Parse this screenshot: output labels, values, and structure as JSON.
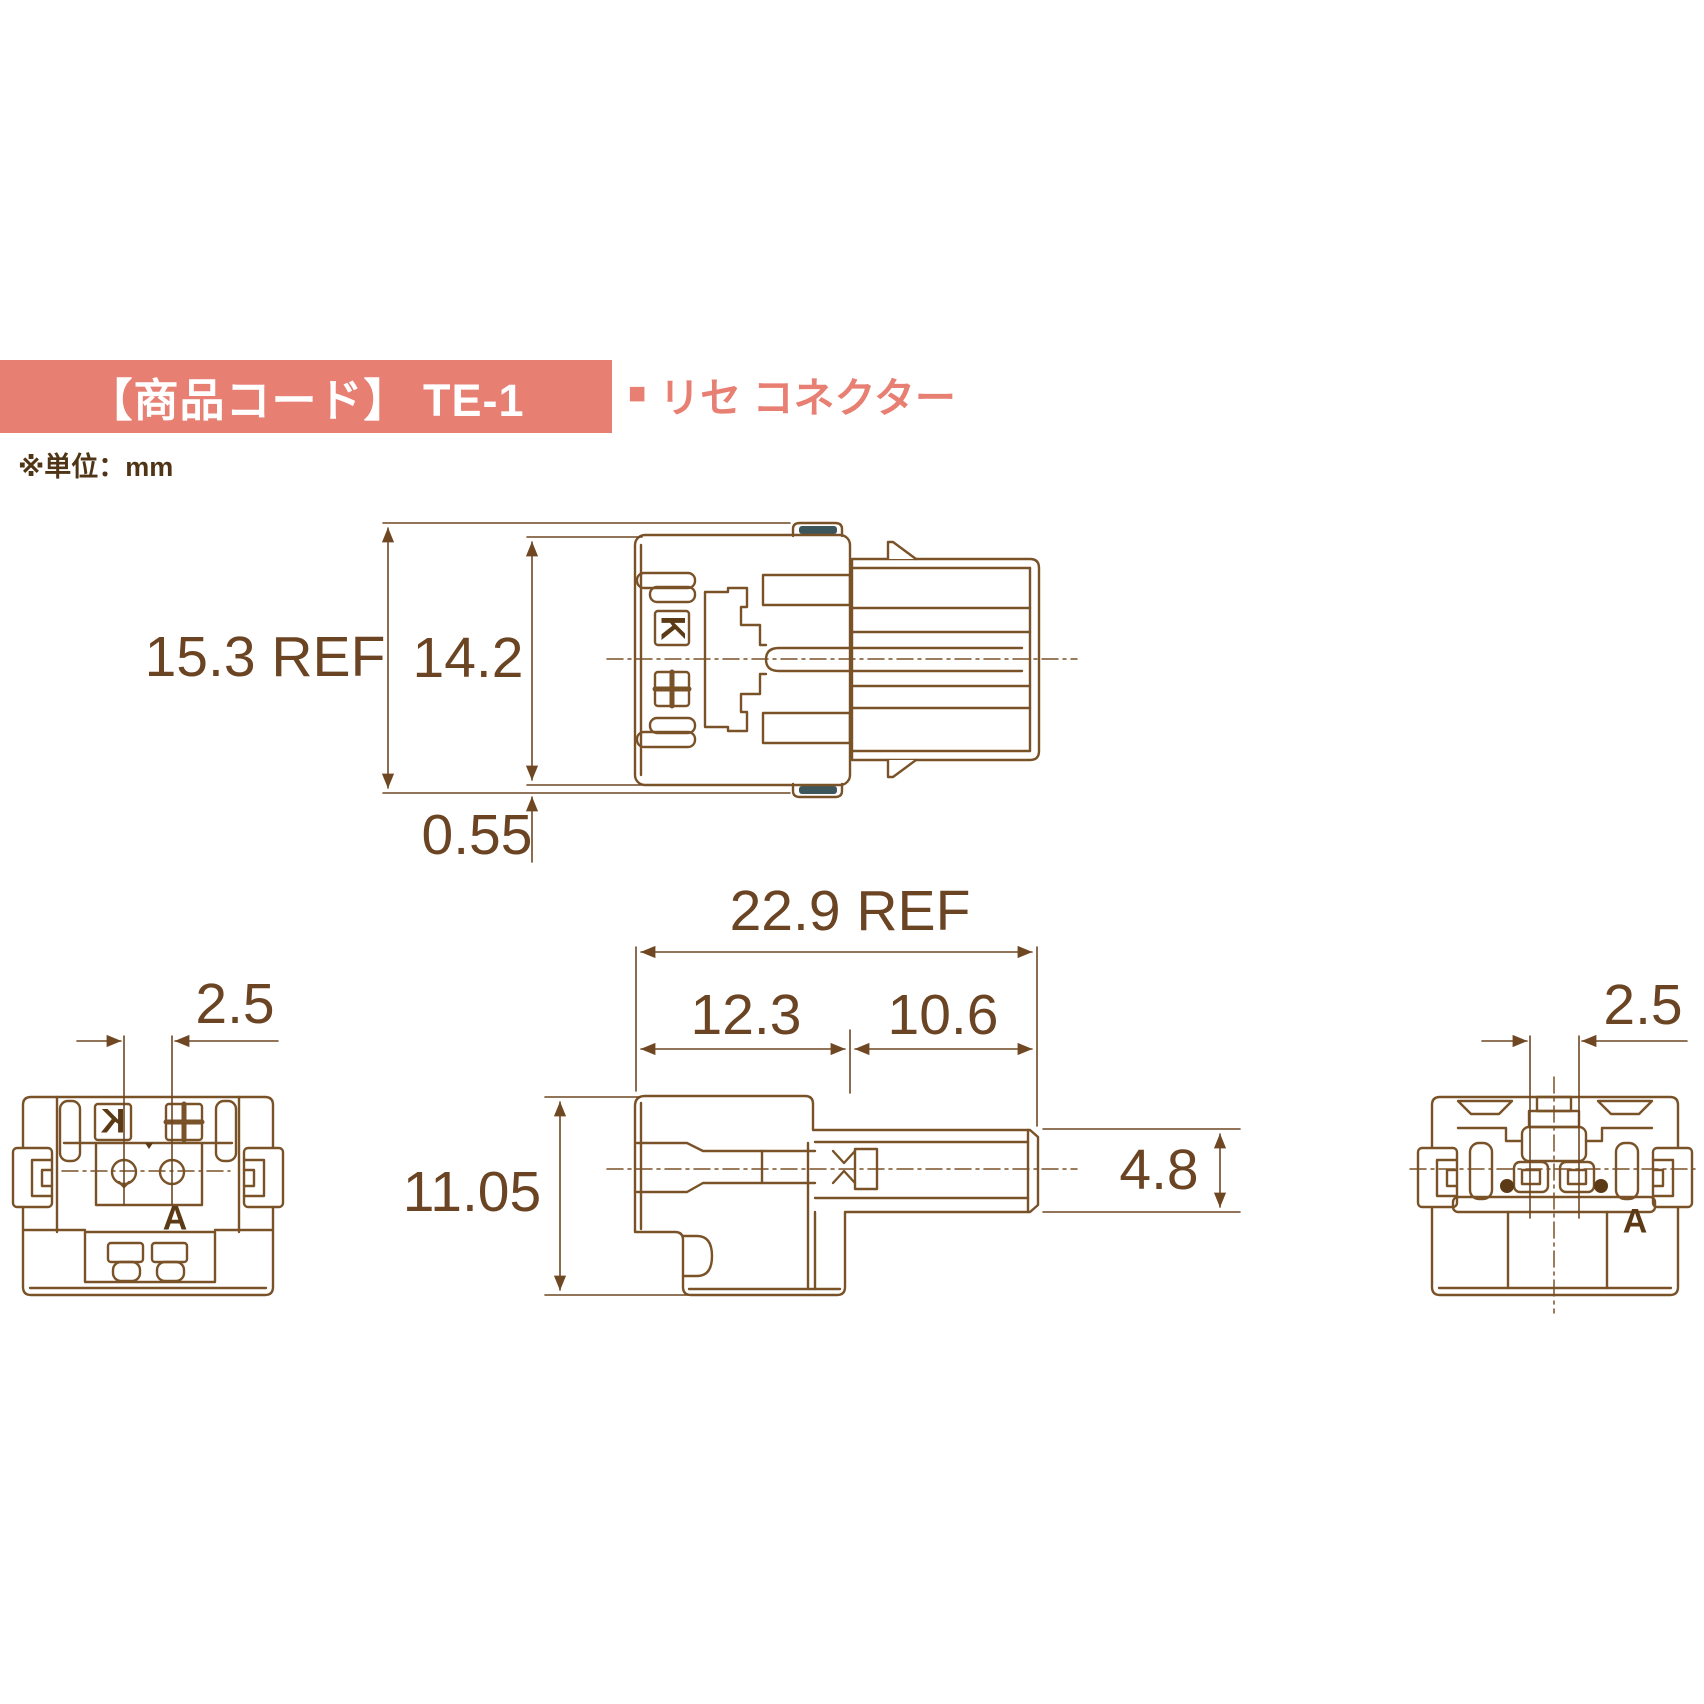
{
  "header": {
    "product_code": "【商品コード】 TE-1",
    "bullet": "■",
    "product_name": "リセ コネクター",
    "unit_note": "※単位：mm"
  },
  "colors": {
    "accent_salmon": "#e87f73",
    "line_brown": "#7a5228",
    "dim_brown": "#6b4423",
    "seal_teal": "#3d565c",
    "background": "#ffffff"
  },
  "views": {
    "top": {
      "dims": {
        "overall_height": "15.3 REF",
        "body_height": "14.2",
        "seal_offset": "0.55"
      },
      "marks": {
        "k": "K"
      }
    },
    "side": {
      "dims": {
        "overall_length": "22.9 REF",
        "housing_length": "12.3",
        "tab_length": "10.6",
        "housing_height": "11.05",
        "tab_width": "4.8"
      }
    },
    "front": {
      "dims": {
        "terminal_pitch": "2.5"
      },
      "marks": {
        "k": "K",
        "a": "A"
      }
    },
    "rear": {
      "dims": {
        "terminal_pitch": "2.5"
      },
      "marks": {
        "a": "A"
      }
    }
  }
}
